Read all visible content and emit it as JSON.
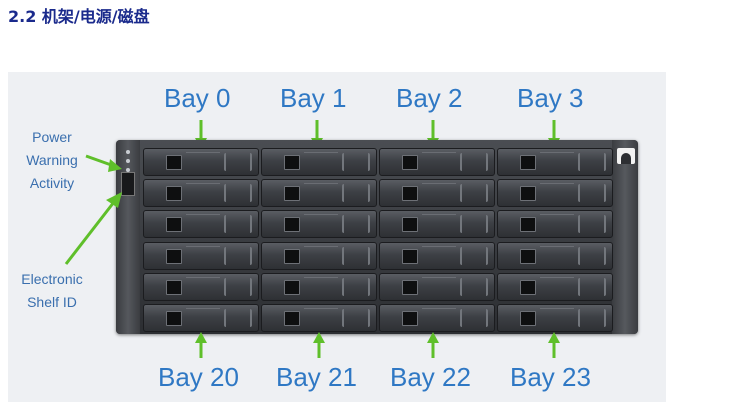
{
  "heading": "2.2 机架/电源/磁盘",
  "figure": {
    "top_bays": [
      "Bay 0",
      "Bay 1",
      "Bay 2",
      "Bay 3"
    ],
    "bottom_bays": [
      "Bay 20",
      "Bay 21",
      "Bay 22",
      "Bay 23"
    ],
    "indicator_labels": [
      "Power",
      "Warning",
      "Activity"
    ],
    "shelf_id_label": [
      "Electronic",
      "Shelf ID"
    ],
    "drive_columns": 4,
    "drive_rows": 6,
    "colors": {
      "heading": "#1a2a8c",
      "bay_label": "#2f78c4",
      "side_label": "#3a6fae",
      "arrow": "#5fbf2a",
      "figure_background": "#eef0f3",
      "chassis": "#2c2e32"
    }
  }
}
